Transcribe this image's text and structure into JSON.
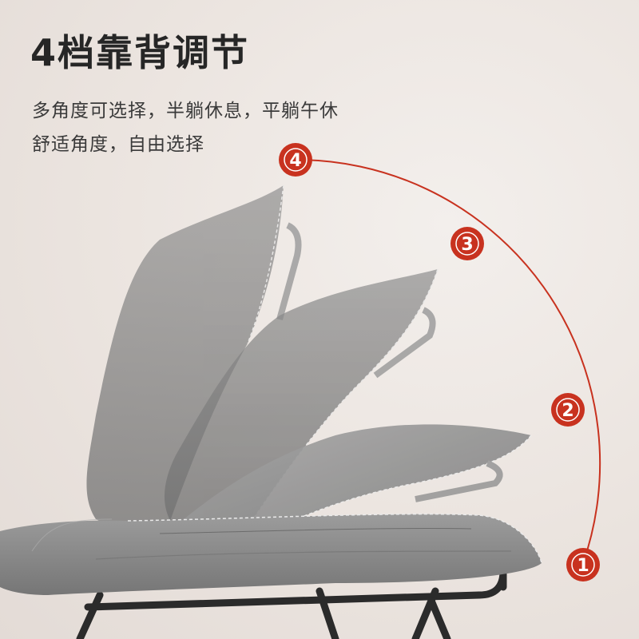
{
  "headline": "4档靠背调节",
  "description": {
    "line1": "多角度可选择，半躺休息，平躺午休",
    "line2": "舒适角度，自由选择"
  },
  "positions": [
    "1",
    "2",
    "3",
    "4"
  ],
  "colors": {
    "accent_red": "#c8321f",
    "cushion_gray": "#8f8f8f",
    "frame_dark": "#2b2b2b",
    "background": "#ece6e2"
  }
}
